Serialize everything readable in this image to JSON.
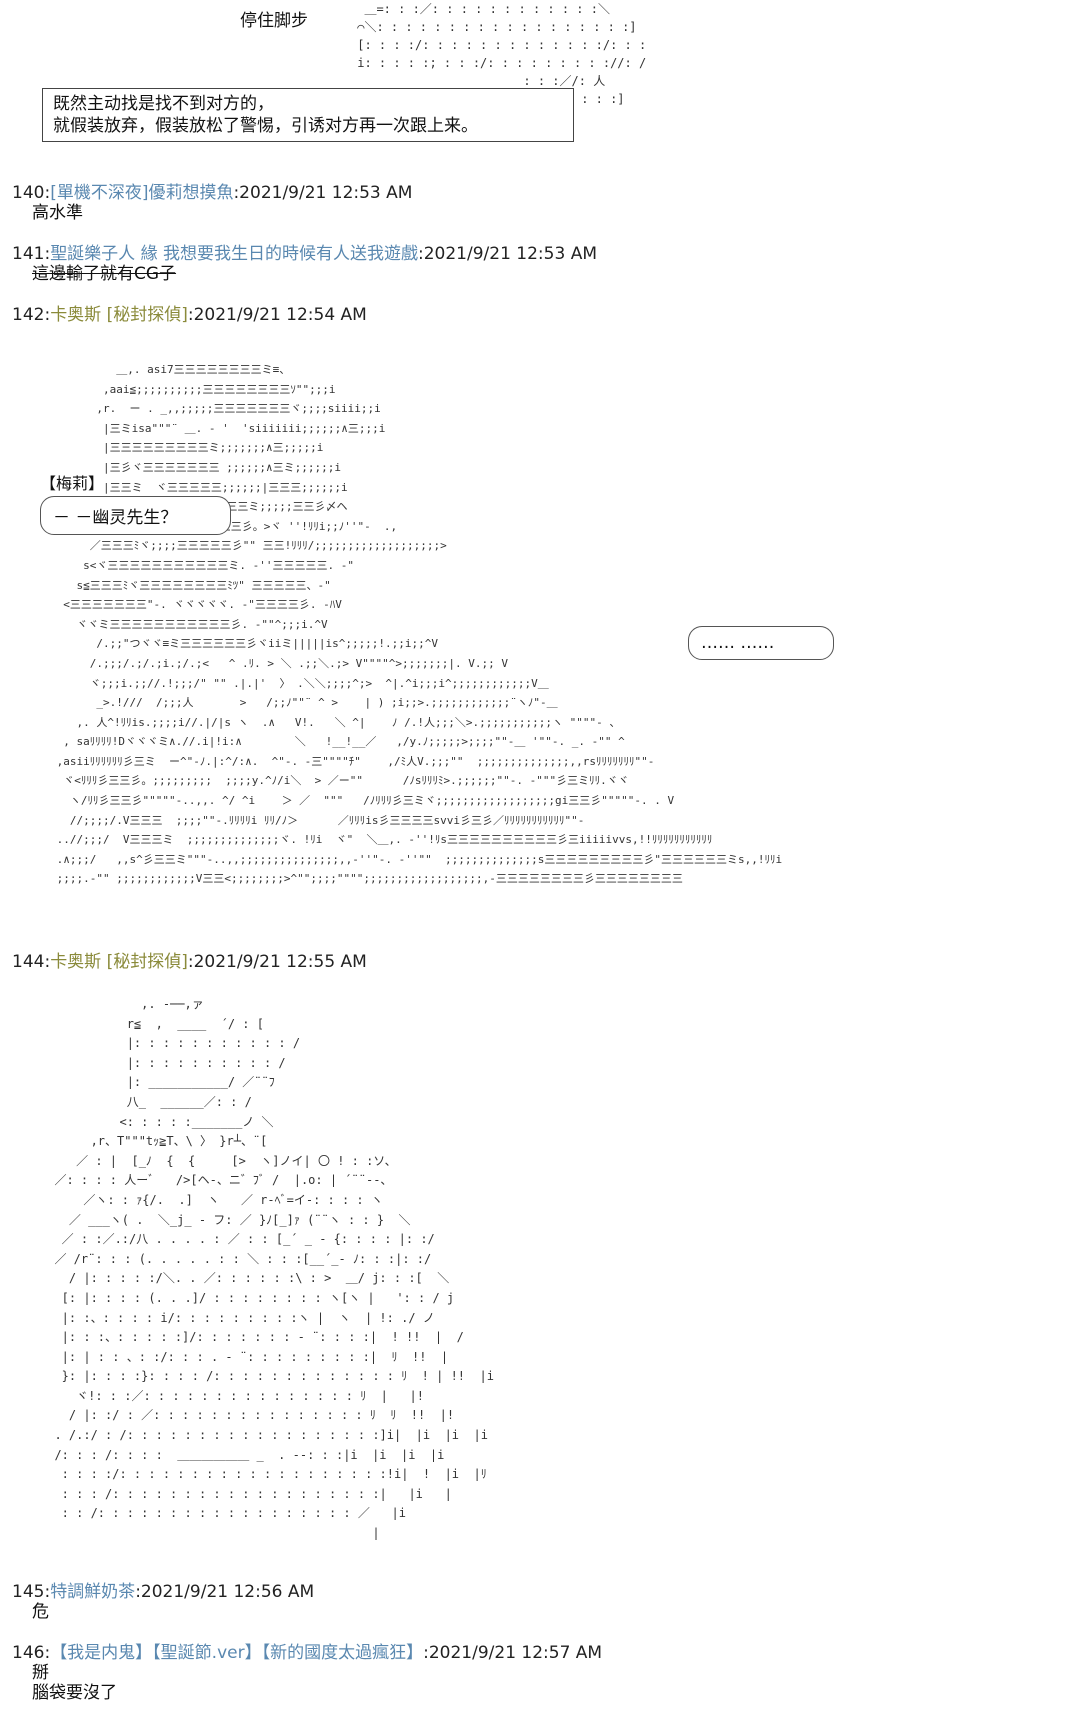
{
  "top": {
    "caption": "停住脚步",
    "box_lines": [
      "既然主动找是找不到对方的，",
      "就假装放弃，假装放松了警惕，引诱对方再一次跟上来。"
    ]
  },
  "posts": [
    {
      "num": "140:",
      "name": "[單機不深夜]優莉想摸魚",
      "time": ":2021/9/21 12:53 AM",
      "body": [
        "高水準"
      ]
    },
    {
      "num": "141:",
      "name": "聖誕樂子人 緣 我想要我生日的時候有人送我遊戲",
      "time": ":2021/9/21 12:53 AM",
      "body": [
        "這邊輸了就有CG子"
      ]
    },
    {
      "num": "142:",
      "name": "卡奥斯 [秘封探偵]",
      "time": ":2021/9/21 12:54 AM",
      "body": []
    },
    {
      "num": "144:",
      "name": "卡奥斯 [秘封探偵]",
      "time": ":2021/9/21 12:55 AM",
      "body": []
    },
    {
      "num": "145:",
      "name": "特調鮮奶茶",
      "time": ":2021/9/21 12:56 AM",
      "body": [
        "危"
      ]
    },
    {
      "num": "146:",
      "name": "【我是内鬼】【聖誕節.ver】【新的國度太過瘋狂】",
      "time": ":2021/9/21 12:57 AM",
      "body": [
        "掰",
        "腦袋要沒了"
      ]
    }
  ],
  "scene1": {
    "speaker": "【梅莉】",
    "bubble_left": "－ －幽灵先生？",
    "bubble_right": "…… ……"
  },
  "art": {
    "top_right": "  ＿=: : :／: : : : : : : : : : : :＼\n ⌒＼: : : : : : : : : : : : : : : : : :]\n [: : : :/: : : : : : : : : : : : :/: : :\n i: : : : :; : : :/: : : : : : : : ://: /\n                        : : :／/: 人\n                    : : : : :/: : : :]",
    "hat_figure": "          ＿,. asi7三三三三三三三三ミ≡、\n        ,aai≦;;;;;;;;;;三三三三三三三三ｿ\"\";;;i\n       ,r.  ー . _,,;;;;;三三三三三三三ヾ;;;;siiii;;i\n        |三ミisa\"\"\"¨ ＿. - '  'siiiiiii;;;;;;∧三;;;i\n        |三三三三三三三三三ミ;;;;;;;∧三;;;;;i\n        |三彡ヾ三三三三三三三 ;;;;;;∧三ミ;;;;;;i\n        |三三ミ  ヾ三三三三三;;;;;;|三三三;;;;;;i\n        |三三三s;;;;'ヾ三三三三三ミ;;;;;三三彡〆ヘ\n       .sヾ三三三);;;;三三三三三彡。>ヾ ''!ﾘﾘi;;ﾉ''\"-  .,\n      ／三三三ﾐヾ;;;;三三三三三彡\"\" 三三!ﾘﾘﾘ/;;;;;;;;;;;;;;;;;;;>\n     s<ヾ三三三三三三三三三三三ミ. -''三三三三三. -\"\n    s≦三三三ﾐヾ三三三三三三三三ﾐﾂ\" 三三三三三、-\"\n  <三三三三三三三\"-. ヾヾヾヾヾ. -\"三三三三彡. -ﾊV\n    ヾヾミ三三三三三三三三三三三彡. -\"\"^;;;i.^V\n       /.;;\"つヾヾ≡ミ三三三三三三彡ヾiiミ|||||is^;;;;;!.;;i;;^V\n      /.;;;/.;/.;i.;/.;<   ^ .ﾘ. > ＼ .;;＼.;> V\"\"\"\"^>;;;;;;;|. V.;; V\n      ヾ;;;i.;;//.!;;;/\" \"\" .|.|'  〉 .＼＼;;;;^;>  ^|.^i;;;i^;;;;;;;;;;;;V＿\n       _>.!///  /;;;人       >   /;;ﾉ\"\"¨ ^ >    | ) ;i;;>.;;;;;;;;;;;;¨ヽﾉ\"-＿\n    ,. 人^!ﾘﾘis.;;;;i//.|/|s ヽ  .∧   V!.   ＼ ^|    ﾉ /.!人;;;＼>.;;;;;;;;;;;ヽ \"\"\"\"- 、\n  , saﾘﾘﾘﾘ!Dヾヾヾミ∧.//.i|!i:∧        ＼   !__!__／   ,/y.ﾉ;;;;;>;;;;\"\"-＿ '\"\"-. _. -\"\" ^\n ,asiiﾘﾘﾘﾘﾘﾘ彡三ミ  ー^\"-ﾉ.|:^/:∧.  ^\"-. -三\"\"\"\"ﾁ\"    ,/ﾐ人V.;;;\"\"  ;;;;;;;;;;;;;;,,rsﾘﾘﾘﾘﾘﾘﾘ\"\"-\n  ヾ<ﾘﾘﾘ彡三三彡。;;;;;;;;;  ;;;;y.^ﾉ/i＼  > ／ー\"\"      /ﾉsﾘﾘﾘﾐ>.;;;;;;\"\"-. -\"\"\"彡三ミﾘﾘ.ヾヾ\n   ヽ/ﾘﾘ彡三三彡\"\"\"\"\"-..,,. ^/ ^i    ＞ ／  \"\"\"   /ﾉﾘﾘﾘ彡三ミヾ;;;;;;;;;;;;;;;;;;gi三三彡\"\"\"\"\"-. . V\n   //;;;;/.V三三三  ;;;;\"\"-.ﾘﾘﾘﾘi ﾘﾘ/ﾉ＞      ／ﾘﾘﾘis彡三三三三svvi彡三彡／ﾘﾘﾘﾘﾘﾘﾘﾘﾘﾘﾘ\"\"-\n ..//;;;/  V三三三ミ  ;;;;;;;;;;;;;;ヾ. !ﾘi  ヾ\"  ＼＿,. -''!ﾘs三三三三三三三三三三彡三iiiiivvs,!!ﾘﾘﾘﾘﾘﾘﾘﾘﾘﾘﾘ\n .∧;;;/   ,,s^彡三三ミ\"\"\"-..,,;;;;;;;;;;;;;;;,,-''\"-. -''\"\"  ;;;;;;;;;;;;;;s三三三三三三三三三彡\"三三三三三三ミs,,!ﾘﾘi\n ;;;;.-\"\" ;;;;;;;;;;;;V三三<;;;;;;;;>^\"\";;;;\"\"\"\";;;;;;;;;;;;;;;;;;,-三三三三三三三三彡三三三三三三三三",
    "coat_figure": "              ,. -──,ァ\n            r≦  ,  ____  ´/ : [\n            |: : : : : : : : : : : /\n            |: : : : : : : : : : /\n            |: ___________/ ／¨¨ﾌ\n            八_  ______／: : /\n           <: : : : :_______ノ ＼\n       ,r、T\"\"\"tｯ≧T、\\ 〉 }r┴、¨[\n     ／ : |  [_ﾉ  {  {     [>  ヽ]ノイ| 〇 ! : :ソ、\n  ／: : : : 人ーﾞ   />[ヘ-、ニ゛ﾌﾞ /  |.o: | ´¨¨‐‐、\n      ／ヽ: : ｧ{/.  .]  ヽ   ／ r‐ﾍﾞ=イ‐: : : : ヽ\n    ／ ___ヽ( .  ＼_j_ ‐ フ: ／ }ﾉ[_]ｧ (¨¨ヽ : : }  ＼\n   ／ : :／.:/八 . . . . : ／ : : [_´ _ ‐ {: : : : |: :/\n  ／ /r¨: : : (. . . . . : : ＼ : : :[__´_‐ ﾉ: : :|: :/\n    / |: : : : :/＼. . ／: : : : : :\\ : >  ＿/ j: : :[  ＼\n   [: |: : : : (. . .]/ : : : : : : : : ヽ[ヽ |   ': : / j\n   |: :、: : : : i/: : : : : : : : :ヽ |  ヽ  | !: ./ ノ\n   |: : :、: : : : :]/: : : : : : : ‐ ¨: : : :|  ! !!  |  /\n   |: | : : 、: :/: : : . ‐ ¨: : : : : : : : :|  ﾘ  !!  |\n   }: |: : : :}: : : : /: : : : : : : : : : : : : ﾘ  ! | !!  |i\n     ヾ!: : :／: : : : : : : : : : : : : : : ﾘ  |   |!\n    / |: :/ : ／: : : : : : : : : : : : : : : ﾘ  ﾘ  !!  |!\n  . /.:/ : /: : : : : : : : : : : : : : : : : :]i|  |i  |i  |i\n  /: : : /: : : :  ＿＿＿＿＿＿ _  . ‐‐: : :|i  |i  |i  |i\n   : : : :/: : : : : : : : : : : : : : : : : : :!i|  !  |i  |ﾘ\n   : : : /: : : : : : : : : : : : : : : : : : :|   |i   |\n   : : /: : : : : : : : : : : : : : : : : : ／   |i\n                                              |"
  }
}
